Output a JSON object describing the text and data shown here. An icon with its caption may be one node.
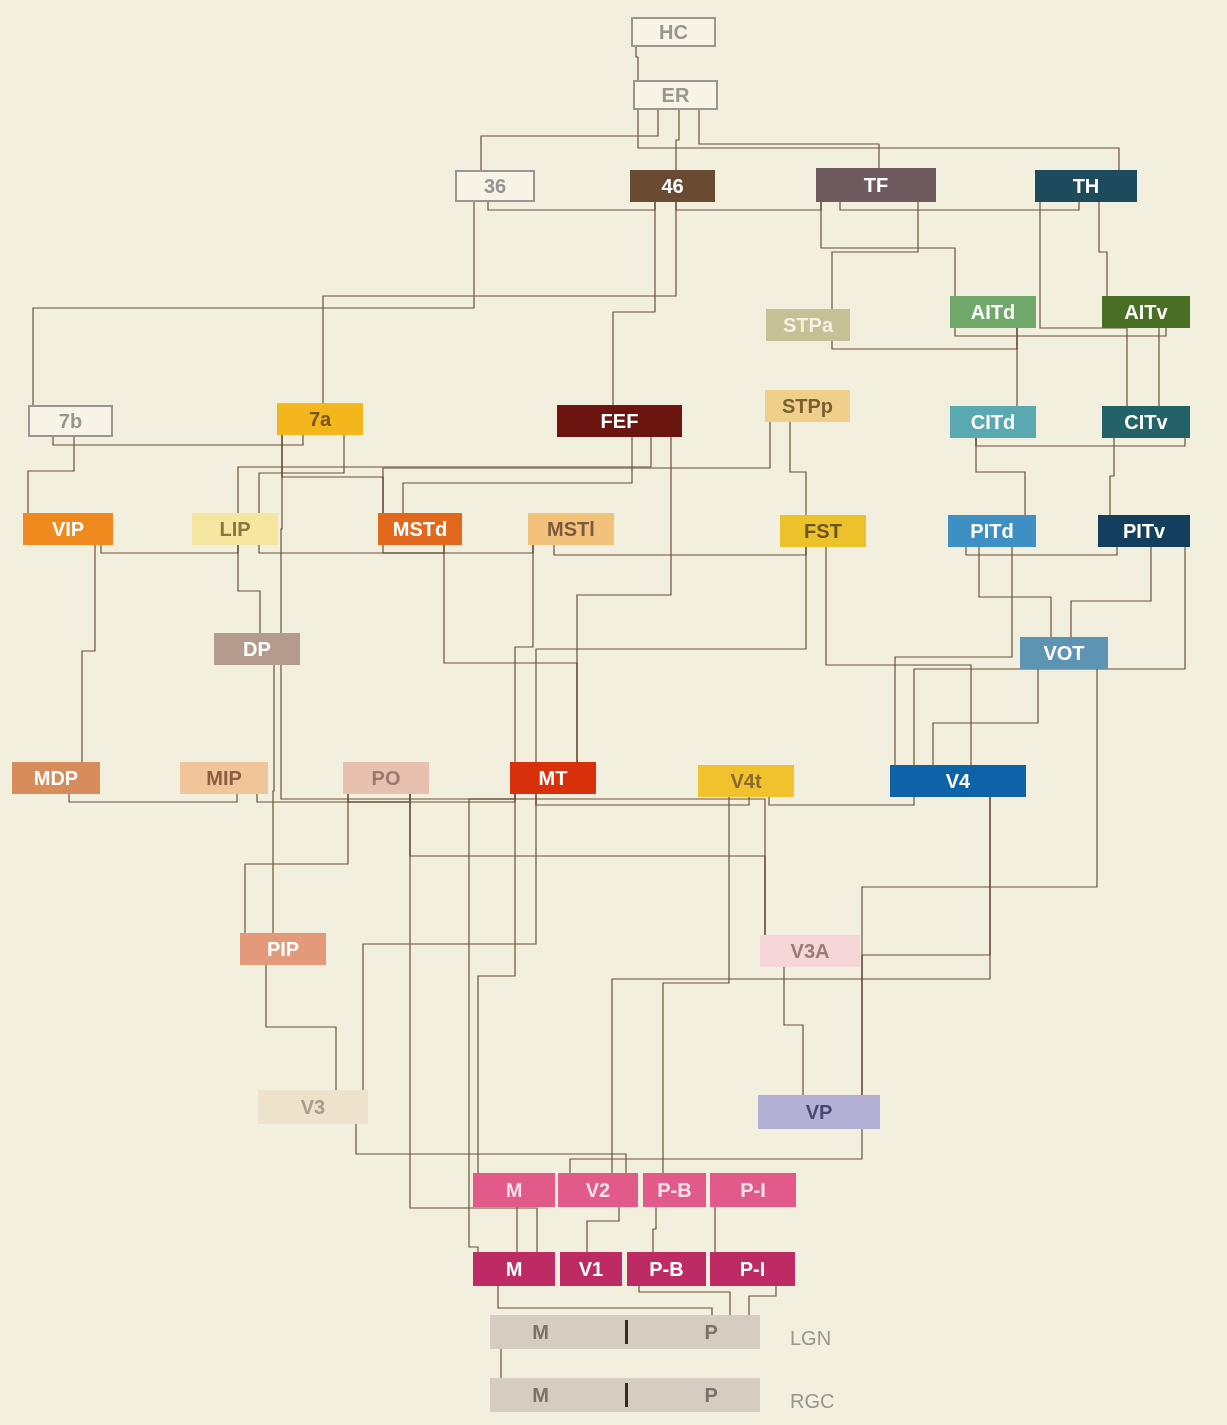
{
  "diagram": {
    "nodes": [
      {
        "text": [
          "HC"
        ]
      },
      {
        "text": [
          "ER"
        ]
      },
      {
        "text": [
          "36"
        ]
      },
      {
        "text": [
          "46"
        ]
      },
      {
        "text": [
          "TF"
        ]
      },
      {
        "text": [
          "TH"
        ]
      },
      {
        "text": [
          "STPa"
        ]
      },
      {
        "text": [
          "AITd"
        ]
      },
      {
        "text": [
          "AITv"
        ]
      },
      {
        "text": [
          "7b"
        ]
      },
      {
        "text": [
          "7a"
        ]
      },
      {
        "text": [
          "FEF"
        ]
      },
      {
        "text": [
          "STPp"
        ]
      },
      {
        "text": [
          "CITd"
        ]
      },
      {
        "text": [
          "CITv"
        ]
      },
      {
        "text": [
          "VIP"
        ]
      },
      {
        "text": [
          "LIP"
        ]
      },
      {
        "text": [
          "MSTd"
        ]
      },
      {
        "text": [
          "MSTl"
        ]
      },
      {
        "text": [
          "FST"
        ]
      },
      {
        "text": [
          "PITd"
        ]
      },
      {
        "text": [
          "PITv"
        ]
      },
      {
        "text": [
          "DP"
        ]
      },
      {
        "text": [
          "VOT"
        ]
      },
      {
        "text": [
          "MDP"
        ]
      },
      {
        "text": [
          "MIP"
        ]
      },
      {
        "text": [
          "PO"
        ]
      },
      {
        "text": [
          "MT"
        ]
      },
      {
        "text": [
          "V4t"
        ]
      },
      {
        "text": [
          "V4"
        ]
      },
      {
        "text": [
          "PIP"
        ]
      },
      {
        "text": [
          "V3A"
        ]
      },
      {
        "text": [
          "V3"
        ]
      },
      {
        "text": [
          "VP"
        ]
      },
      {
        "text": [
          "M"
        ]
      },
      {
        "text": [
          "V2"
        ]
      },
      {
        "text": [
          "P-B"
        ]
      },
      {
        "text": [
          "P-I"
        ]
      },
      {
        "text": [
          "M"
        ]
      },
      {
        "text": [
          "V1"
        ]
      },
      {
        "text": [
          "P-B"
        ]
      },
      {
        "text": [
          "P-I"
        ]
      },
      {
        "text": [
          "M",
          "P"
        ],
        "beside": [
          "LGN"
        ]
      },
      {
        "text": [
          "M",
          "P"
        ],
        "beside": [
          "RGC"
        ]
      }
    ],
    "edges": [
      {
        "from": 0,
        "to": 1,
        "arrow": "none"
      },
      {
        "from": 1,
        "to": 2,
        "arrow": "none"
      },
      {
        "from": 1,
        "to": 3,
        "arrow": "none"
      },
      {
        "from": 1,
        "to": 4,
        "arrow": "none"
      },
      {
        "from": 1,
        "to": 5,
        "arrow": "none"
      },
      {
        "from": 2,
        "to": 3,
        "arrow": "none"
      },
      {
        "from": 3,
        "to": 4,
        "arrow": "none"
      },
      {
        "from": 4,
        "to": 5,
        "arrow": "none"
      },
      {
        "from": 2,
        "to": 9,
        "arrow": "none"
      },
      {
        "from": 3,
        "to": 11,
        "arrow": "none"
      },
      {
        "from": 3,
        "to": 10,
        "arrow": "none"
      },
      {
        "from": 4,
        "to": 6,
        "arrow": "none"
      },
      {
        "from": 4,
        "to": 7,
        "arrow": "none"
      },
      {
        "from": 5,
        "to": 8,
        "arrow": "none"
      },
      {
        "from": 5,
        "to": 14,
        "arrow": "none"
      },
      {
        "from": 6,
        "to": 7,
        "arrow": "none"
      },
      {
        "from": 7,
        "to": 8,
        "arrow": "none"
      },
      {
        "from": 13,
        "to": 14,
        "arrow": "none"
      },
      {
        "from": 20,
        "to": 21,
        "arrow": "none"
      },
      {
        "from": 7,
        "to": 13,
        "arrow": "none"
      },
      {
        "from": 8,
        "to": 14,
        "arrow": "none"
      },
      {
        "from": 13,
        "to": 20,
        "arrow": "none"
      },
      {
        "from": 14,
        "to": 21,
        "arrow": "none"
      },
      {
        "from": 20,
        "to": 23,
        "arrow": "none"
      },
      {
        "from": 21,
        "to": 23,
        "arrow": "none"
      },
      {
        "from": 9,
        "to": 10,
        "arrow": "none"
      },
      {
        "from": 9,
        "to": 15,
        "arrow": "none"
      },
      {
        "from": 10,
        "to": 16,
        "arrow": "none"
      },
      {
        "from": 10,
        "to": 17,
        "arrow": "none"
      },
      {
        "from": 11,
        "to": 17,
        "arrow": "none"
      },
      {
        "from": 11,
        "to": 16,
        "arrow": "none"
      },
      {
        "from": 11,
        "to": 27,
        "arrow": "none"
      },
      {
        "from": 12,
        "to": 17,
        "arrow": "none"
      },
      {
        "from": 12,
        "to": 19,
        "arrow": "none"
      },
      {
        "from": 15,
        "to": 16,
        "arrow": "none"
      },
      {
        "from": 16,
        "to": 17,
        "arrow": "none"
      },
      {
        "from": 17,
        "to": 18,
        "arrow": "none"
      },
      {
        "from": 18,
        "to": 19,
        "arrow": "none"
      },
      {
        "from": 16,
        "to": 22,
        "arrow": "none"
      },
      {
        "from": 17,
        "to": 27,
        "arrow": "none"
      },
      {
        "from": 18,
        "to": 27,
        "arrow": "none"
      },
      {
        "from": 19,
        "to": 27,
        "arrow": "none"
      },
      {
        "from": 20,
        "to": 29,
        "arrow": "none"
      },
      {
        "from": 21,
        "to": 29,
        "arrow": "none"
      },
      {
        "from": 23,
        "to": 29,
        "arrow": "none"
      },
      {
        "from": 22,
        "to": 30,
        "arrow": "none"
      },
      {
        "from": 24,
        "to": 25,
        "arrow": "none"
      },
      {
        "from": 25,
        "to": 26,
        "arrow": "none"
      },
      {
        "from": 26,
        "to": 27,
        "arrow": "none"
      },
      {
        "from": 27,
        "to": 28,
        "arrow": "none"
      },
      {
        "from": 28,
        "to": 29,
        "arrow": "none"
      },
      {
        "from": 15,
        "to": 24,
        "arrow": "none"
      },
      {
        "from": 26,
        "to": 30,
        "arrow": "none"
      },
      {
        "from": 27,
        "to": 32,
        "arrow": "none"
      },
      {
        "from": 29,
        "to": 33,
        "arrow": "none"
      },
      {
        "from": 26,
        "to": 31,
        "arrow": "none"
      },
      {
        "from": 31,
        "to": 33,
        "arrow": "none"
      },
      {
        "from": 30,
        "to": 32,
        "arrow": "none"
      },
      {
        "from": 32,
        "to": 35,
        "arrow": "none"
      },
      {
        "from": 33,
        "to": 35,
        "arrow": "none"
      },
      {
        "from": 27,
        "to": 34,
        "arrow": "none"
      },
      {
        "from": 29,
        "to": 35,
        "arrow": "none"
      },
      {
        "from": 28,
        "to": 36,
        "arrow": "none"
      },
      {
        "from": 26,
        "to": 38,
        "arrow": "none"
      },
      {
        "from": 27,
        "to": 38,
        "arrow": "none"
      },
      {
        "from": 35,
        "to": 39,
        "arrow": "none"
      },
      {
        "from": 34,
        "to": 38,
        "arrow": "none"
      },
      {
        "from": 36,
        "to": 40,
        "arrow": "none"
      },
      {
        "from": 37,
        "to": 41,
        "arrow": "none"
      },
      {
        "from": 38,
        "to": 42,
        "arrow": "none"
      },
      {
        "from": 40,
        "to": 42,
        "arrow": "none"
      },
      {
        "from": 41,
        "to": 42,
        "arrow": "none"
      },
      {
        "from": 42,
        "to": 43,
        "arrow": "none"
      },
      {
        "from": 23,
        "to": 33,
        "arrow": "none"
      },
      {
        "from": 19,
        "to": 29,
        "arrow": "none"
      },
      {
        "from": 22,
        "to": 31,
        "arrow": "none"
      },
      {
        "from": 10,
        "to": 22,
        "arrow": "none"
      }
    ]
  }
}
